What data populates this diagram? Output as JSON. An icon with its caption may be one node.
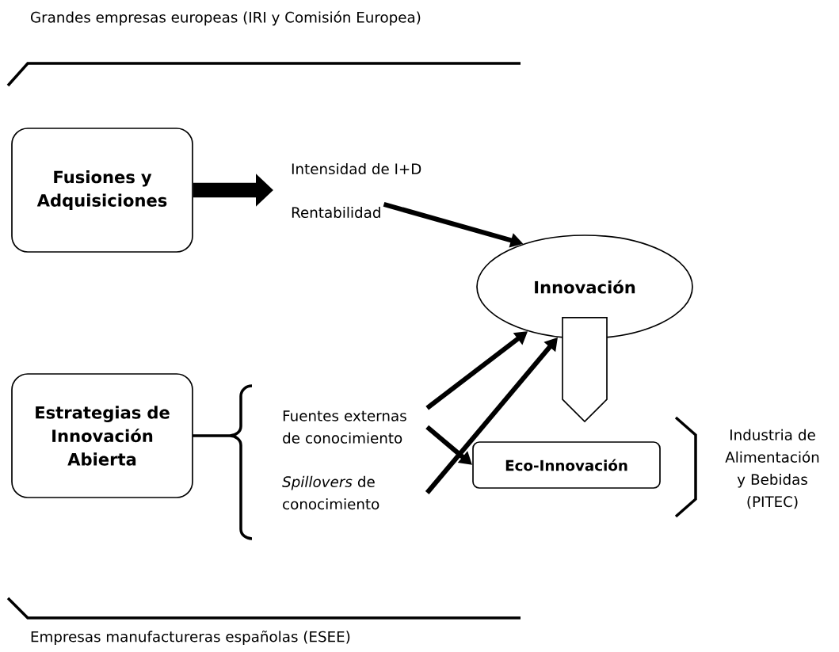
{
  "diagram": {
    "nodes": [
      {
        "text": [
          "Fusiones y Adquisiciones"
        ]
      },
      {
        "text": [
          "Intensidad de I+D"
        ]
      },
      {
        "text": [
          "Rentabilidad"
        ]
      },
      {
        "text": [
          "Innovación"
        ]
      },
      {
        "text": [
          "Estrategias de Innovación Abierta"
        ]
      },
      {
        "text": [
          "Fuentes externas de conocimiento"
        ]
      },
      {
        "text": [
          "*Spillovers* de conocimiento"
        ]
      },
      {
        "text": [
          "Eco-Innovación"
        ]
      }
    ],
    "edges": [
      {
        "from": 0,
        "to": null,
        "arrow": "to",
        "style": "thick"
      },
      {
        "from": 2,
        "to": 3,
        "arrow": "to"
      },
      {
        "from": 5,
        "to": 3,
        "arrow": "to"
      },
      {
        "from": 6,
        "to": 3,
        "arrow": "to"
      },
      {
        "from": 5,
        "to": 7,
        "arrow": "to"
      },
      {
        "from": 3,
        "to": 7,
        "arrow": "to"
      }
    ],
    "labels": [
      "Grandes empresas europeas (IRI y Comisión Europea)",
      "Industria de Alimentación y Bebidas (PITEC)",
      "Empresas manufactureras españolas (ESEE)"
    ]
  }
}
